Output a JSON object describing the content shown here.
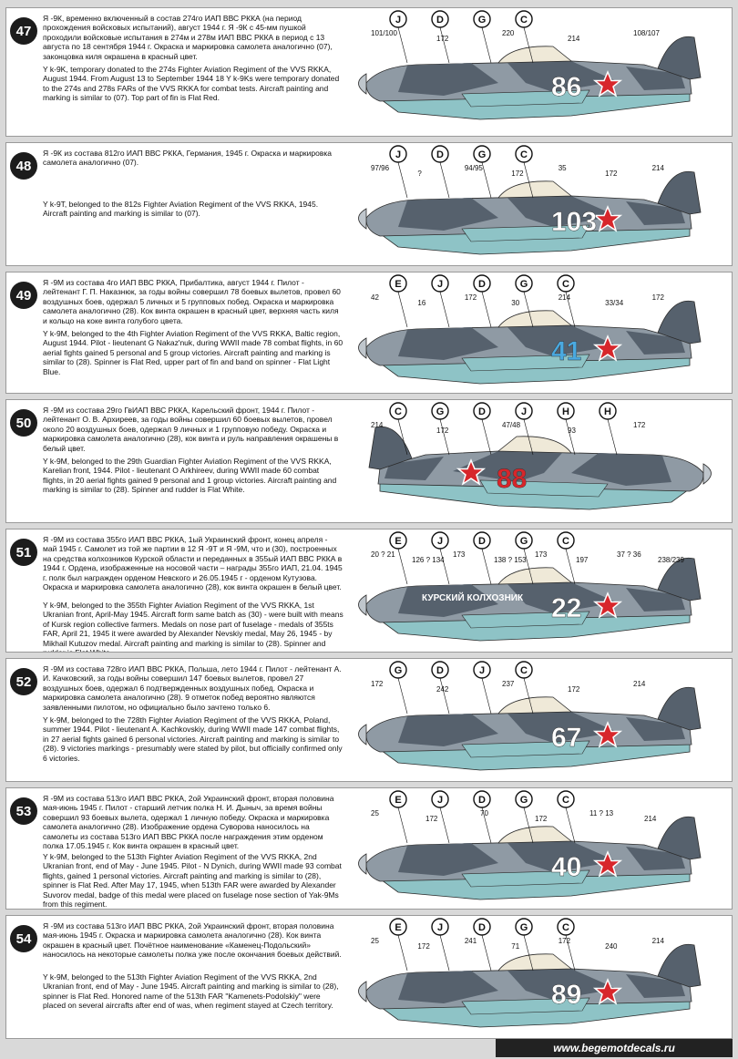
{
  "panels": [
    {
      "num": "47",
      "ru": "Я -9К, временно включенный в состав 274го ИАП ВВС РККА (на период прохождения войсковых испытаний), август 1944 г. Я -9К с 45-мм пушкой проходили войсковые испытания в 274м и 278м ИАП ВВС РККА в период с 13 августа по 18 сентября 1944 г. Окраска и маркировка самолета аналогично (07), законцовка киля окрашена в красный цвет.",
      "en": "Y k-9K, temporary donated to the 274s Fighter Aviation Regiment of the VVS RKKA, August 1944. From August 13 to September 1944 18 Y k-9Ks were temporary donated to the 274s and 278s FARs of the VVS RKKA for combat tests. Aircraft painting and marking is similar to (07). Top part of fin is Flat Red.",
      "tactical": "86",
      "labels": [
        "101/100",
        "172",
        "220",
        "214",
        "108/107"
      ],
      "circles": [
        "J",
        "D",
        "G",
        "C"
      ]
    },
    {
      "num": "48",
      "ru": "Я -9К из состава 812го ИАП ВВС РККА, Германия, 1945 г. Окраска и маркировка самолета аналогично (07).",
      "en": "Y k-9T, belonged to the 812s Fighter Aviation Regiment of the VVS RKKA, 1945. Aircraft painting and marking is similar to (07).",
      "tactical": "103",
      "labels": [
        "97/96",
        "?",
        "94/95",
        "172",
        "35",
        "172",
        "214"
      ],
      "circles": [
        "J",
        "D",
        "G",
        "C"
      ]
    },
    {
      "num": "49",
      "ru": "Я -9М из состава 4го ИАП ВВС РККА, Прибалтика, август 1944 г. Пилот - лейтенант Г. П. Наказнюк, за годы войны совершил 78 боевых вылетов, провел 60 воздушных боев, одержал 5 личных и 5 групповых побед. Окраска и маркировка самолета аналогично (28). Кок винта окрашен в красный цвет, верхняя часть киля и кольцо на коке винта голубого цвета.",
      "en": "Y k-9M, belonged to the 4th Fighter Aviation Regiment of the VVS RKKA, Baltic region, August 1944. Pilot - lieutenant G Nakaz'nuk, during WWII made 78 combat flights, in 60 aerial fights gained 5 personal and 5 group victories. Aircraft painting and marking is similar to (28). Spinner is Flat Red, upper part of fin and band on spinner - Flat Light Blue.",
      "tactical": "41",
      "labels": [
        "42",
        "16",
        "172",
        "30",
        "214",
        "33/34",
        "172"
      ],
      "circles": [
        "E",
        "J",
        "D",
        "G",
        "C"
      ]
    },
    {
      "num": "50",
      "ru": "Я -9М из состава 29го ГвИАП ВВС РККА, Карельский фронт, 1944 г. Пилот - лейтенант О. В. Архиреев, за годы войны совершил 60 боевых вылетов, провел около 20 воздушных боев, одержал 9 личных и 1 групповую победу. Окраска и маркировка самолета аналогично (28), кок винта и руль направления окрашены в белый цвет.",
      "en": "Y k-9M, belonged to the 29th Guardian Fighter Aviation Regiment of the VVS RKKA, Karelian front, 1944. Pilot - lieutenant O Arkhireev, during WWII made 60 combat flights, in 20 aerial fights gained 9 personal and 1 group victories. Aircraft painting and marking is similar to (28). Spinner and rudder is Flat White.",
      "tactical": "88",
      "labels": [
        "214",
        "172",
        "47/48",
        "93",
        "172"
      ],
      "circles": [
        "C",
        "G",
        "D",
        "J",
        "H",
        "H"
      ]
    },
    {
      "num": "51",
      "ru": "Я -9М из состава 355го ИАП ВВС РККА, 1ый Украинский фронт, конец апреля - май 1945 г. Самолет из той же партии в 12 Я -9Т и Я -9М, что и (30), построенных на средства колхозников Курской области и переданных в 355ый ИАП ВВС РККА в 1944 г. Ордена, изображенные на носовой части – награды 355го ИАП, 21.04. 1945 г. полк был награжден орденом Невского и 26.05.1945 г - орденом Кутузова. Окраска и маркировка самолета аналогично (28), кок винта окрашен в белый цвет.",
      "en": "Y k-9M, belonged to the 355th Fighter Aviation Regiment of the VVS RKKA, 1st Ukranian front, April-May 1945. Aircraft form same batch as (30) - were built with means of Kursk region collective farmers. Medals on nose part of fuselage - medals of 355ts FAR, April 21, 1945 it were awarded by Alexander Nevskiy medal, May 26, 1945 - by Mikhail Kutuzov medal. Aircraft painting and marking is similar to (28). Spinner and rudder is Flat White.",
      "tactical": "22",
      "inscription": "КУРСКИЙ КОЛХОЗНИК",
      "labels": [
        "20 ? 21",
        "126 ? 134",
        "173",
        "138 ? 153",
        "173",
        "197",
        "37 ? 36",
        "238/239"
      ],
      "circles": [
        "E",
        "J",
        "D",
        "G",
        "C"
      ]
    },
    {
      "num": "52",
      "ru": "Я -9М из состава 728го ИАП ВВС РККА, Польша, лето 1944 г. Пилот - лейтенант А. И. Качковский, за годы войны совершил 147 боевых вылетов, провел 27 воздушных боев, одержал 6 подтвержденных воздушных побед. Окраска и маркировка самолета аналогично (28). 9 отметок побед вероятно являются заявленными пилотом, но официально было зачтено только 6.",
      "en": "Y k-9M, belonged to the 728th Fighter Aviation Regiment of the VVS RKKA, Poland, summer 1944. Pilot - lieutenant A. Kachkovskiy, during WWII made 147 combat flights, in 27 aerial fights gained 6 personal victories. Aircraft painting and marking is similar to (28). 9 victories markings - presumably were stated by pilot, but officially confirmed only 6 victories.",
      "tactical": "67",
      "labels": [
        "172",
        "242",
        "237",
        "172",
        "214"
      ],
      "circles": [
        "G",
        "D",
        "J",
        "C"
      ]
    },
    {
      "num": "53",
      "ru": "Я -9М из состава 513го ИАП ВВС РККА, 2ой Украинский фронт, вторая половина мая-июнь 1945 г. Пилот - старший летчик полка Н. И. Дыныч, за время войны совершил 93 боевых вылета, одержал 1 личную победу. Окраска и маркировка самолета аналогично (28). Изображение ордена Суворова наносилось на самолеты из состава 513го ИАП ВВС РККА после награждения этим орденом полка 17.05.1945 г. Кок винта окрашен в красный цвет.",
      "en": "Y k-9M, belonged to the 513th Fighter Aviation Regiment of the VVS RKKA, 2nd Ukranian front, end of May - June 1945. Pilot - N Dynich, during WWII made 93 combat flights, gained 1 personal victories. Aircraft painting and marking is similar to (28), spinner is Flat Red. After May 17, 1945, when 513th FAR were awarded by Alexander Suvorov medal, badge of this medal were placed on fuselage nose section of Yak-9Ms from this regiment.",
      "tactical": "40",
      "labels": [
        "25",
        "172",
        "70",
        "172",
        "11 ? 13",
        "214"
      ],
      "circles": [
        "E",
        "J",
        "D",
        "G",
        "C"
      ]
    },
    {
      "num": "54",
      "ru": "Я -9М из состава 513го ИАП ВВС РККА, 2ой Украинский фронт, вторая половина мая-июнь 1945 г. Окраска и маркировка самолета аналогично (28). Кок винта окрашен в красный цвет. Почётное наименование «Каменец-Подольский» наносилось на некоторые самолеты полка уже после окончания боевых действий.",
      "en": "Y k-9M, belonged to the 513th Fighter Aviation Regiment of the VVS RKKA, 2nd Ukranian front, end of May - June 1945. Aircraft painting and marking is similar to (28), spinner is Flat Red. Honored name of the 513th FAR \"Kamenets-Podolskiy\" were placed on several aircrafts after end of was, when regiment stayed at Czech territory.",
      "tactical": "89",
      "labels": [
        "25",
        "172",
        "241",
        "71",
        "172",
        "240",
        "214"
      ],
      "circles": [
        "E",
        "J",
        "D",
        "G",
        "C"
      ]
    }
  ],
  "footer": "www.begemotdecals.ru",
  "colors": {
    "camo_dark": "#56616d",
    "camo_light": "#8f9aa4",
    "underside": "#8ec3c6",
    "star": "#d7262b",
    "blue": "#4aa9e0"
  }
}
